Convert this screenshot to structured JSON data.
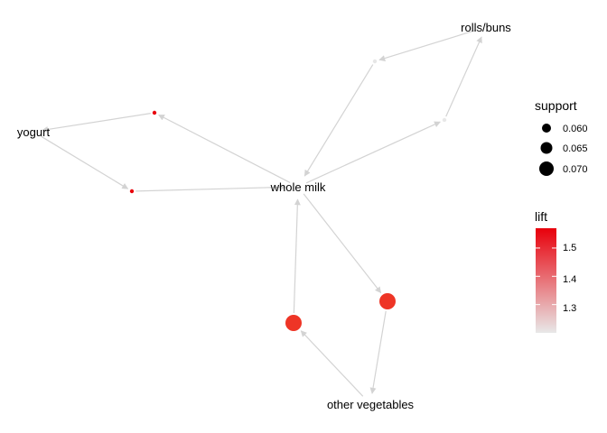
{
  "graph": {
    "item_nodes": [
      {
        "id": "rolls",
        "label": "rolls/buns"
      },
      {
        "id": "yogurt",
        "label": "yogurt"
      },
      {
        "id": "milk",
        "label": "whole milk"
      },
      {
        "id": "veg",
        "label": "other vegetables"
      }
    ],
    "rule_nodes": [
      {
        "id": "r1",
        "support": 0.056,
        "lift": 1.2,
        "color": "#e6e6e6"
      },
      {
        "id": "r2",
        "support": 0.056,
        "lift": 1.21,
        "color": "#e8e8e8"
      },
      {
        "id": "r3",
        "support": 0.056,
        "lift": 1.57,
        "color": "#e8000b"
      },
      {
        "id": "r4",
        "support": 0.056,
        "lift": 1.57,
        "color": "#e8000b"
      },
      {
        "id": "r5",
        "support": 0.075,
        "lift": 1.51,
        "color": "#ee3526"
      },
      {
        "id": "r6",
        "support": 0.075,
        "lift": 1.51,
        "color": "#ee3526"
      }
    ],
    "edges": [
      {
        "from": "rolls",
        "to": "r1"
      },
      {
        "from": "r1",
        "to": "milk"
      },
      {
        "from": "milk",
        "to": "r2"
      },
      {
        "from": "r2",
        "to": "rolls"
      },
      {
        "from": "r3",
        "to": "yogurt"
      },
      {
        "from": "milk",
        "to": "r3"
      },
      {
        "from": "yogurt",
        "to": "r4"
      },
      {
        "from": "r4",
        "to": "milk"
      },
      {
        "from": "milk",
        "to": "r5"
      },
      {
        "from": "r5",
        "to": "veg"
      },
      {
        "from": "veg",
        "to": "r6"
      },
      {
        "from": "r6",
        "to": "milk"
      }
    ],
    "edge_color": "#d3d3d3"
  },
  "legend": {
    "support": {
      "title": "support",
      "entries": [
        {
          "label": "0.060",
          "value": 0.06
        },
        {
          "label": "0.065",
          "value": 0.065
        },
        {
          "label": "0.070",
          "value": 0.07
        }
      ]
    },
    "lift": {
      "title": "lift",
      "ticks": [
        {
          "label": "1.5",
          "value": 1.5
        },
        {
          "label": "1.4",
          "value": 1.4
        },
        {
          "label": "1.3",
          "value": 1.3
        }
      ],
      "range": [
        1.2,
        1.57
      ],
      "color_low": "#e8e8e8",
      "color_high": "#e8000b"
    }
  }
}
